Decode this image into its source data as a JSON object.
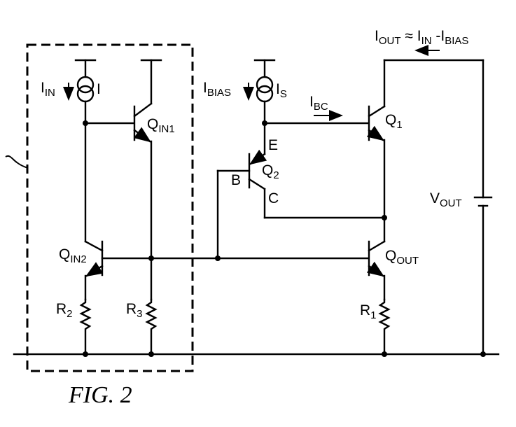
{
  "figure": {
    "caption": "FIG. 2"
  },
  "labels": {
    "iin_current": {
      "main": "I",
      "sub": "IN"
    },
    "i_source_left": {
      "main": "I"
    },
    "qin1": {
      "main": "Q",
      "sub": "IN1"
    },
    "qin2": {
      "main": "Q",
      "sub": "IN2"
    },
    "r2": {
      "main": "R",
      "sub": "2"
    },
    "r3": {
      "main": "R",
      "sub": "3"
    },
    "ibias_current": {
      "main": "I",
      "sub": "BIAS"
    },
    "is_source": {
      "main": "I",
      "sub": "S"
    },
    "ibc_current": {
      "main": "I",
      "sub": "BC"
    },
    "q2": {
      "main": "Q",
      "sub": "2"
    },
    "q2_emitter": {
      "main": "E"
    },
    "q2_base": {
      "main": "B"
    },
    "q2_collector": {
      "main": "C"
    },
    "q1": {
      "main": "Q",
      "sub": "1"
    },
    "qout": {
      "main": "Q",
      "sub": "OUT"
    },
    "r1": {
      "main": "R",
      "sub": "1"
    },
    "vout": {
      "main": "V",
      "sub": "OUT"
    },
    "iout_equation": {
      "i1": "I",
      "s1": "OUT",
      "approx": " ≈ ",
      "i2": "I",
      "s2": "IN",
      "minus": " -",
      "i3": "I",
      "s3": "BIAS"
    }
  },
  "colors": {
    "ink": "#000000",
    "paper": "#ffffff"
  },
  "icons": [
    "ground-rail",
    "current-source-icon",
    "npn-transistor-icon",
    "resistor-icon",
    "battery-icon",
    "arrow-icon",
    "squiggle-leader-icon"
  ]
}
